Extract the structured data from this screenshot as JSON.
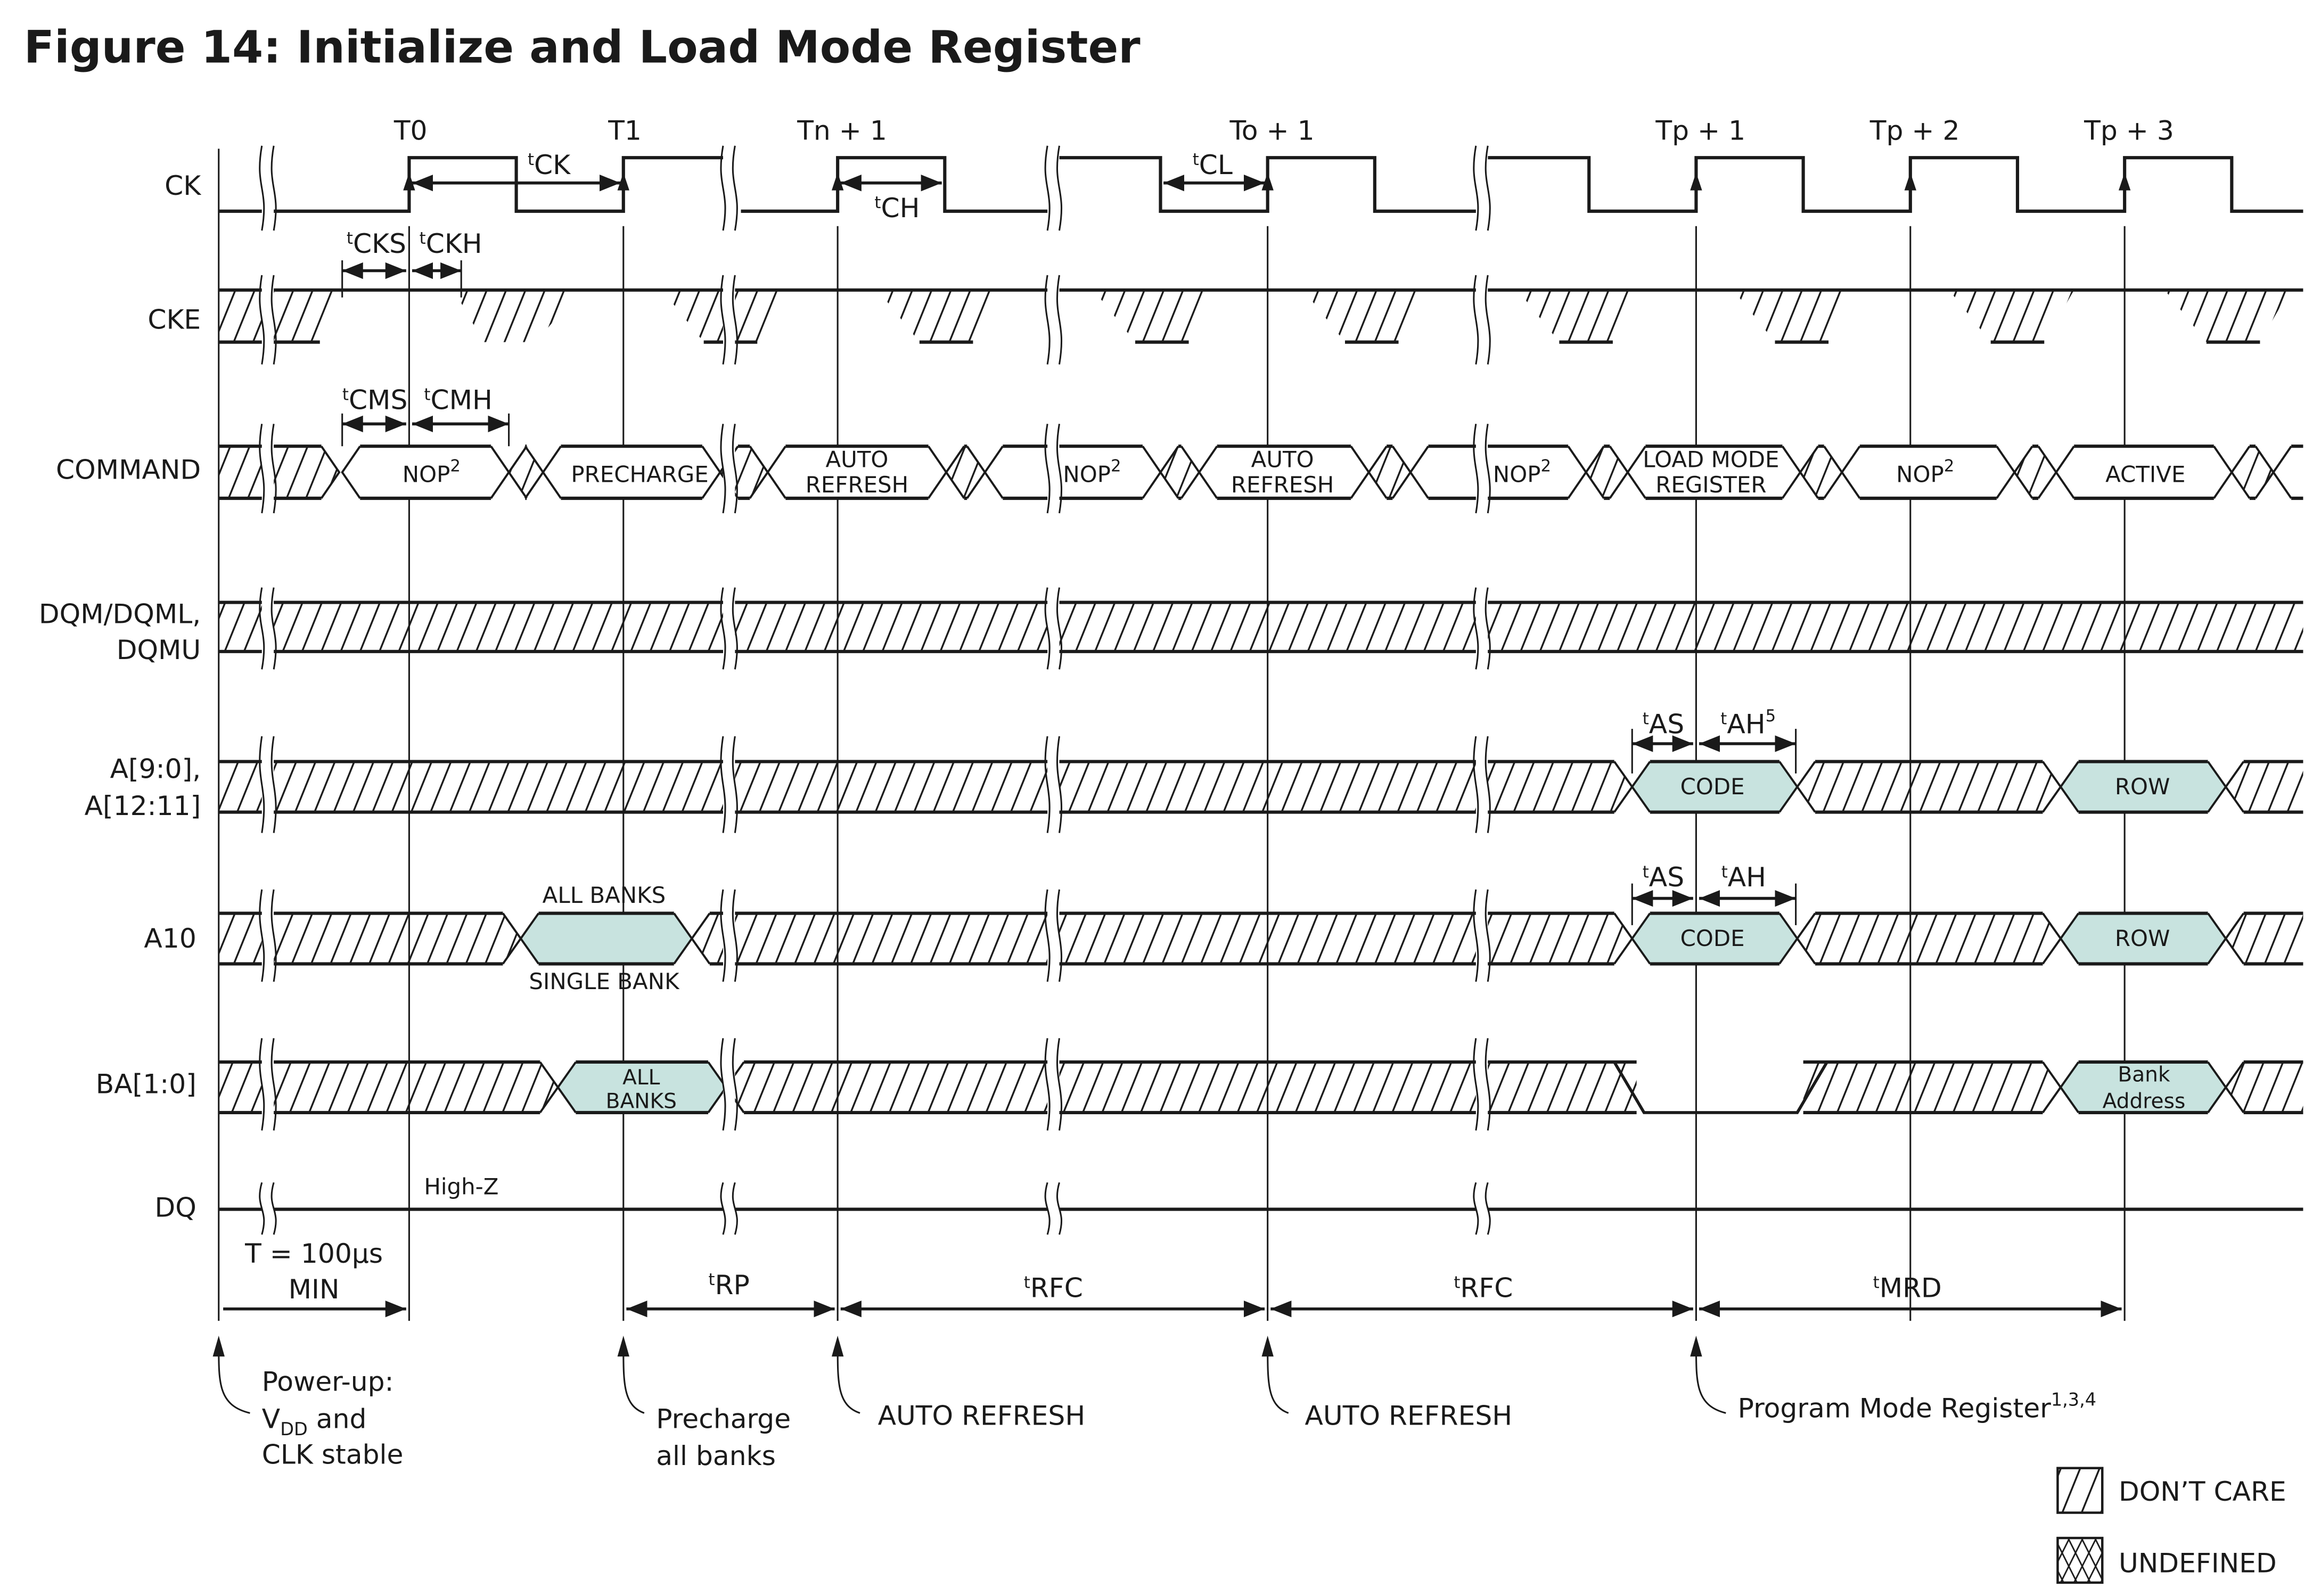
{
  "title": "Figure 14: Initialize and Load Mode Register",
  "colors": {
    "valid_fill": "#c8e3df",
    "ink": "#1a1a1a"
  },
  "clock_labels": [
    "T0",
    "T1",
    "Tn + 1",
    "To + 1",
    "Tp + 1",
    "Tp + 2",
    "Tp + 3"
  ],
  "signals": {
    "ck": "CK",
    "cke": "CKE",
    "command": "COMMAND",
    "dqm_line1": "DQM/DQML,",
    "dqm_line2": "DQMU",
    "addr_line1": "A[9:0],",
    "addr_line2": "A[12:11]",
    "a10": "A10",
    "ba": "BA[1:0]",
    "dq": "DQ"
  },
  "timing_params": {
    "tck": "CK",
    "tch": "CH",
    "tcl": "CL",
    "tcks": "CKS",
    "tckh": "CKH",
    "tcms": "CMS",
    "tcmh": "CMH",
    "tas1": "AS",
    "tah1": "AH",
    "tah1_sup": "5",
    "tas2": "AS",
    "tah2": "AH",
    "t_prefix": "t"
  },
  "commands": [
    {
      "label": "NOP",
      "sup": "2"
    },
    {
      "label": "PRECHARGE",
      "sup": ""
    },
    {
      "label": "AUTO",
      "label2": "REFRESH"
    },
    {
      "label": "NOP",
      "sup": "2"
    },
    {
      "label": "AUTO",
      "label2": "REFRESH"
    },
    {
      "label": "NOP",
      "sup": "2"
    },
    {
      "label": "LOAD MODE",
      "label2": "REGISTER"
    },
    {
      "label": "NOP",
      "sup": "2"
    },
    {
      "label": "ACTIVE",
      "sup": ""
    }
  ],
  "address": {
    "code": "CODE",
    "row": "ROW"
  },
  "a10": {
    "above": "ALL BANKS",
    "below": "SINGLE BANK",
    "code": "CODE",
    "row": "ROW"
  },
  "ba": {
    "all1": "ALL",
    "all2": "BANKS",
    "bank1": "Bank",
    "bank2": "Address"
  },
  "dq": {
    "state": "High-Z"
  },
  "spans": {
    "power": {
      "line1": "T = 100µs",
      "line2": "MIN"
    },
    "trp": "RP",
    "trfc1": "RFC",
    "trfc2": "RFC",
    "tmrd": "MRD"
  },
  "annotations": {
    "power": {
      "line1": "Power-up:",
      "line2_main": "V",
      "line2_sub": "DD",
      "line2_rest": " and",
      "line3": "CLK stable"
    },
    "precharge": {
      "line1": "Precharge",
      "line2": "all banks"
    },
    "refresh1": "AUTO REFRESH",
    "refresh2": "AUTO REFRESH",
    "program": {
      "text": "Program Mode Register",
      "sup": "1,3,4"
    }
  },
  "legend": [
    {
      "pattern": "hatch",
      "label": "DON’T CARE"
    },
    {
      "pattern": "crosshatch",
      "label": "UNDEFINED"
    }
  ]
}
